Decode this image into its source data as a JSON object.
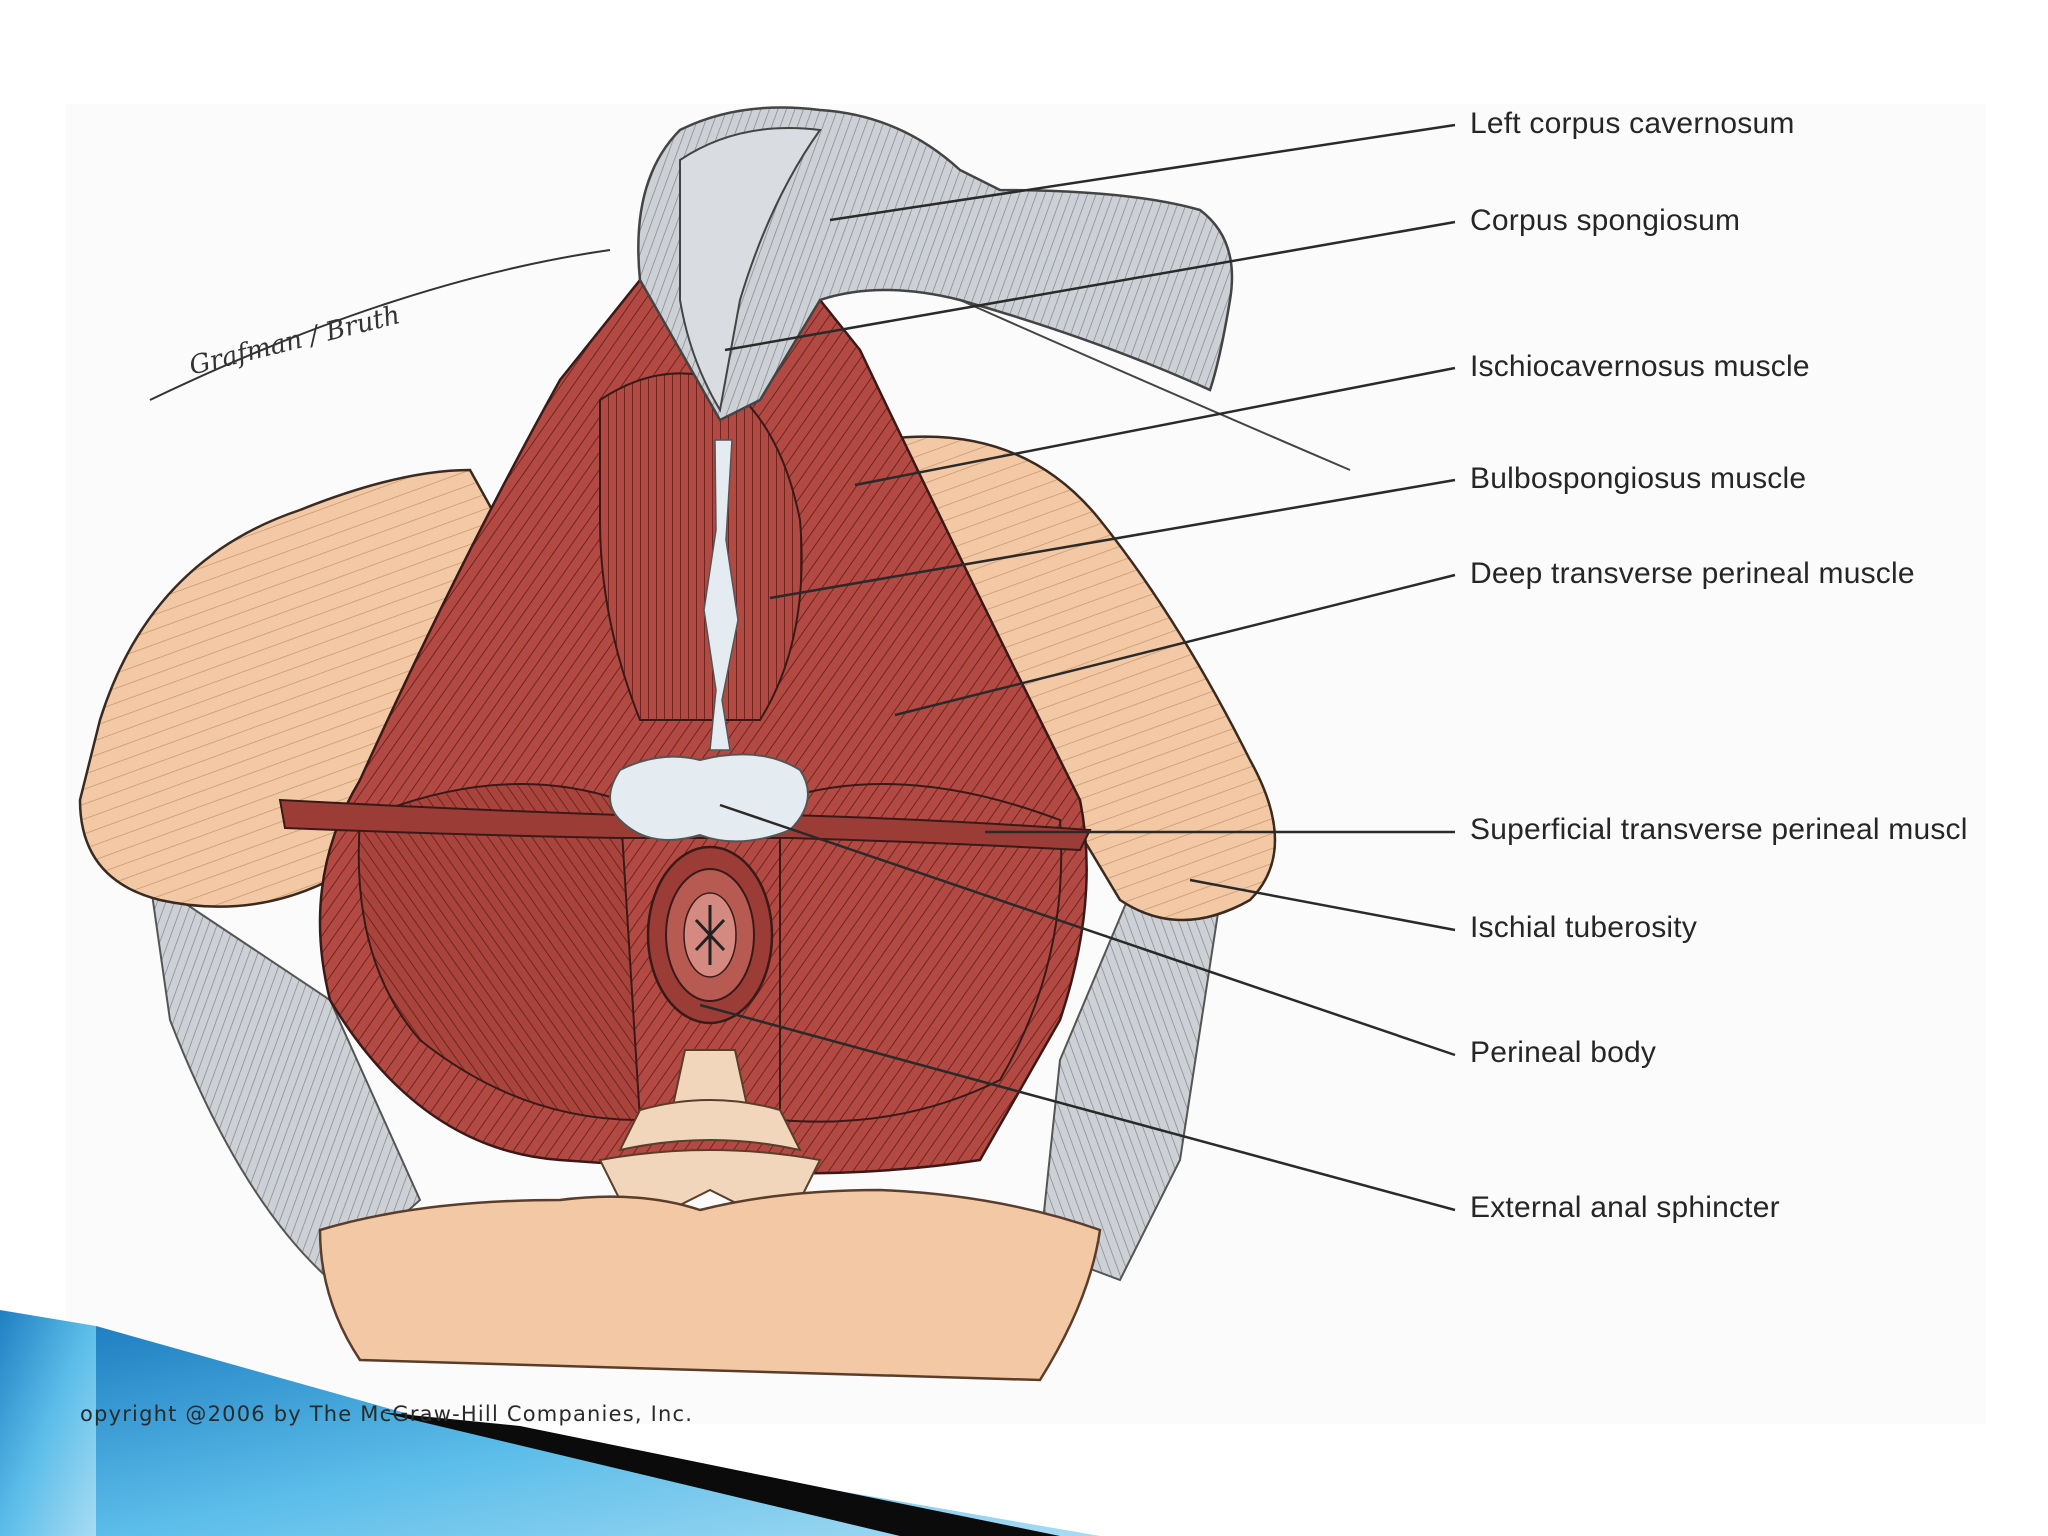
{
  "figure": {
    "labels": [
      "Left corpus cavernosum",
      "Corpus spongiosum",
      "Ischiocavernosus muscle",
      "Bulbospongiosus muscle",
      "Deep transverse perineal muscle",
      "Superficial transverse perineal muscl",
      "Ischial tuberosity",
      "Perineal body",
      "External anal sphincter"
    ],
    "signature": "Grafman / Bruth",
    "copyright": "opyright @2006 by The McGraw-Hill Companies, Inc."
  },
  "colors": {
    "muscle": "#b24a43",
    "muscle_dark": "#7a2a26",
    "skin": "#f2c9a4",
    "skin_dark": "#d9a47a",
    "tissue_gray": "#c9cdd2",
    "fascia_white": "#e4ecf2",
    "accent_blue": "#3a9fd6",
    "accent_black": "#0b0b0b"
  }
}
